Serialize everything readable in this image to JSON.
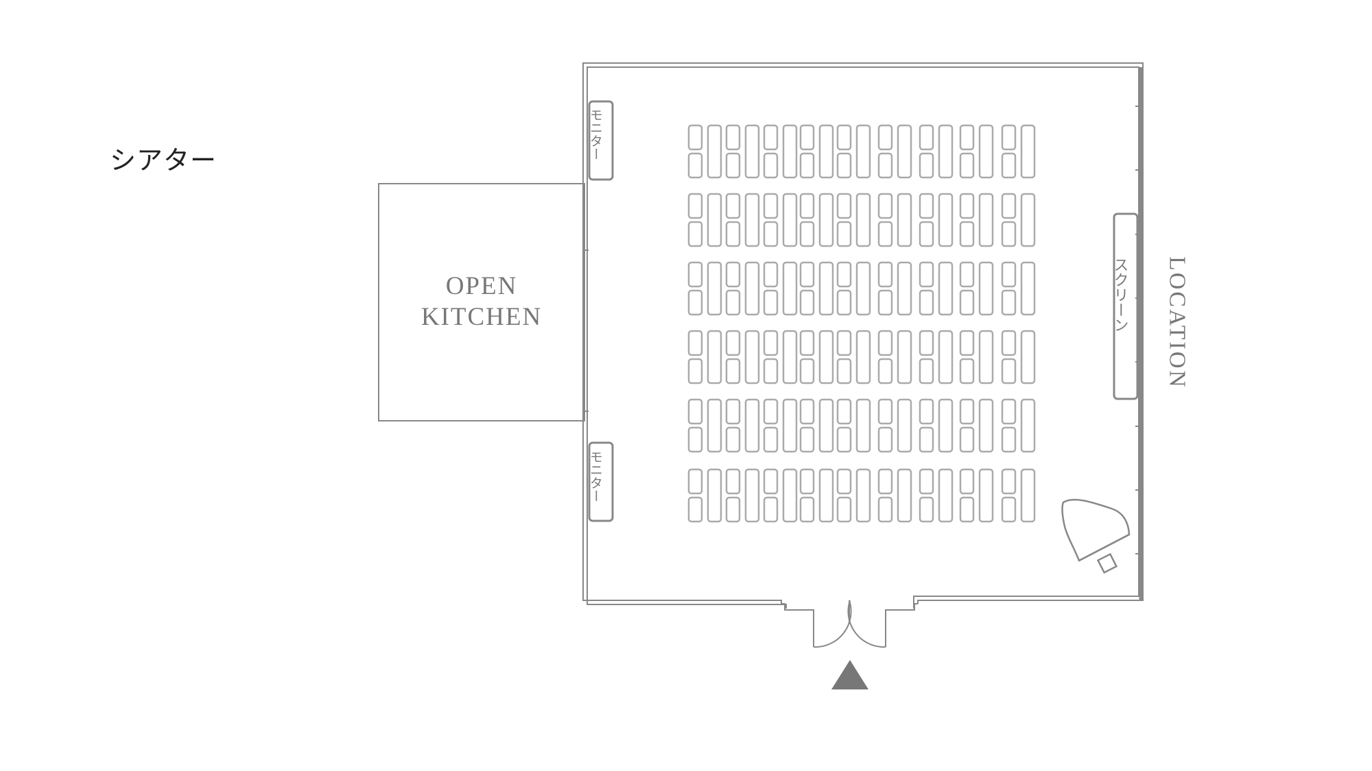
{
  "title": "シアター",
  "kitchen_label_line1": "OPEN",
  "kitchen_label_line2": "KITCHEN",
  "monitor_label_top": "モニター",
  "monitor_label_bottom": "モニター",
  "screen_label": "スクリーン",
  "location_label": "LOCATION",
  "seating": {
    "rows": 6,
    "column_groups": 9,
    "chairs_per_group_row": 4
  },
  "colors": {
    "wall": "#888888",
    "chair": "#aaaaaa",
    "text": "#777777",
    "entrance_arrow": "#777777"
  },
  "icons": {
    "entrance": "entrance-arrow-icon",
    "piano": "grand-piano-icon"
  }
}
